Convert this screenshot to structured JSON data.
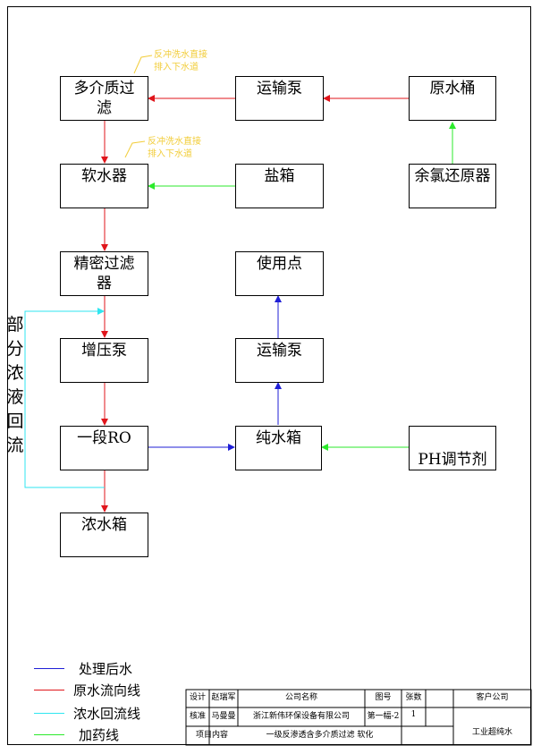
{
  "colors": {
    "treated_water": "#1f1fd6",
    "raw_water": "#e0151b",
    "concentrate_return": "#2fe6f0",
    "dosing": "#2bea2b",
    "note_text": "#f2cd3a"
  },
  "boxes": {
    "multi_media_filter": "多介质过滤",
    "transfer_pump_top": "运输泵",
    "raw_water_tank": "原水桶",
    "softener": "软水器",
    "salt_tank": "盐箱",
    "residual_chlorine_reducer": "余氯还原器",
    "precision_filter": "精密过滤器",
    "point_of_use": "使用点",
    "booster_pump": "增压泵",
    "transfer_pump_mid": "运输泵",
    "stage_one_ro": "一段RO",
    "pure_water_tank": "纯水箱",
    "ph_regulator": "PH调节剂",
    "concentrate_tank": "浓水箱"
  },
  "notes": {
    "backwash_1": "反冲洗水直接\n排入下水道",
    "backwash_2": "反冲洗水直接\n排入下水道"
  },
  "side_label": "部分浓液回流",
  "legend": [
    {
      "label": "处理后水",
      "color_key": "treated_water"
    },
    {
      "label": "原水流向线",
      "color_key": "raw_water"
    },
    {
      "label": "浓水回流线",
      "color_key": "concentrate_return"
    },
    {
      "label": "加药线",
      "color_key": "dosing"
    }
  ],
  "title_block": {
    "design_label": "设计",
    "designer": "赵瑞军",
    "company_label": "公司名称",
    "drawing_no_label": "图号",
    "sheets_label": "张数",
    "client_label": "客户公司",
    "review_label": "核准",
    "reviewer": "马曼曼",
    "company": "浙江新伟环保设备有限公司",
    "drawing_no": "第一幅-2",
    "sheets": "1",
    "client": "工业超纯水",
    "project_label": "项目内容",
    "project": "一级反渗透含多介质过滤 软化"
  }
}
